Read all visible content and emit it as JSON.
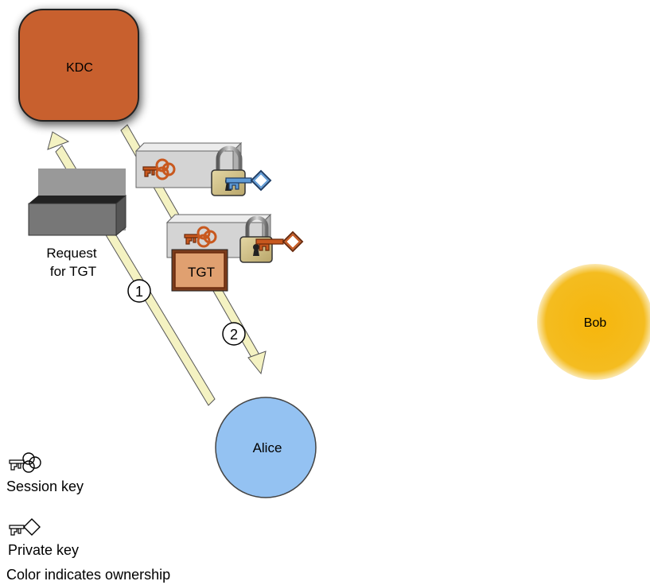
{
  "nodes": {
    "kdc": "KDC",
    "alice": "Alice",
    "bob": "Bob"
  },
  "request_label": {
    "line1": "Request",
    "line2": "for TGT"
  },
  "steps": {
    "step1": "1",
    "step2": "2"
  },
  "ticket_label": "TGT",
  "legend": {
    "session_key": "Session key",
    "private_key": "Private key",
    "ownership_note": "Color indicates ownership"
  },
  "colors": {
    "kdc": "#c8602e",
    "alice": "#94c2f2",
    "bob": "#f2b40c",
    "arrow_fill": "#f4f2c2",
    "session_key_orange": "#c8581e",
    "private_key_blue": "#5e9ad6"
  }
}
